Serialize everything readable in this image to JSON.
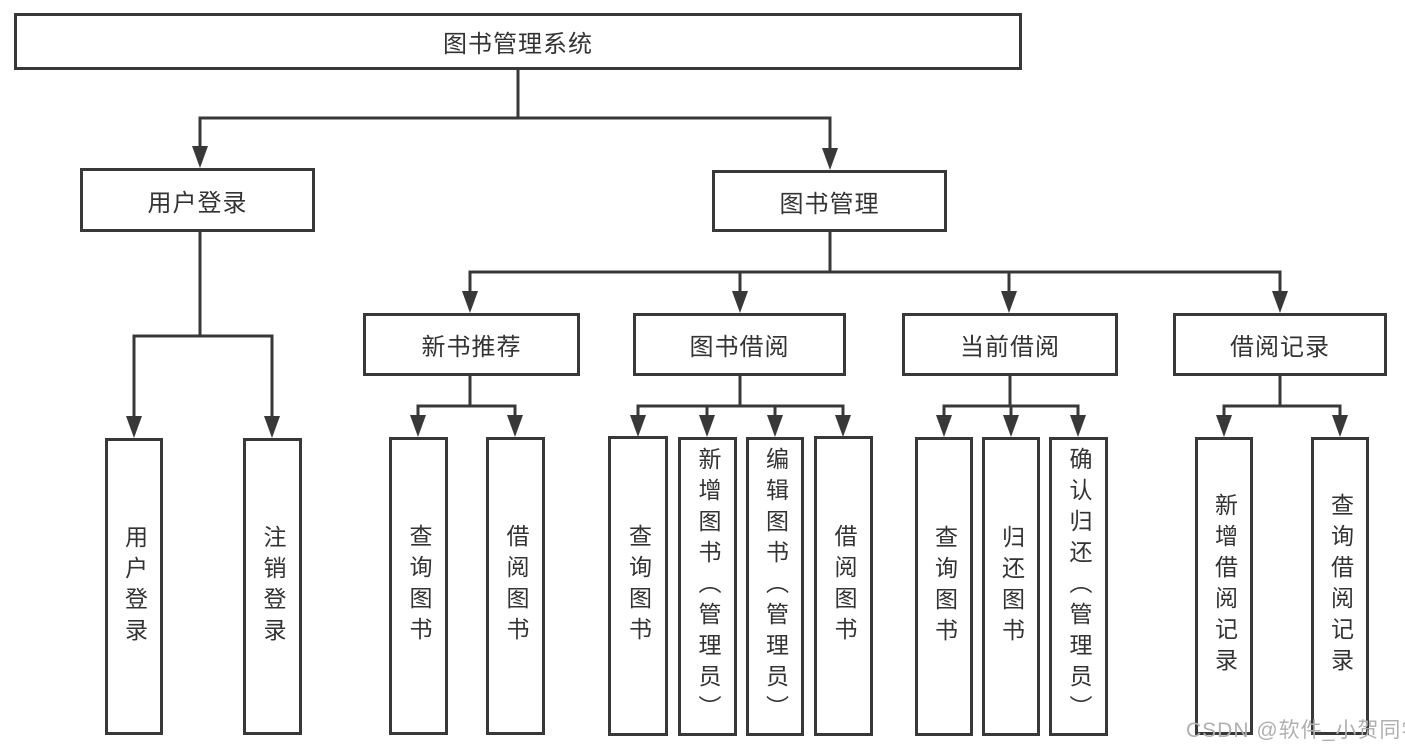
{
  "tree": {
    "label": "图书管理系统",
    "children": [
      {
        "label": "用户登录",
        "children": [
          {
            "label": "用户登录"
          },
          {
            "label": "注销登录"
          }
        ]
      },
      {
        "label": "图书管理",
        "children": [
          {
            "label": "新书推荐",
            "children": [
              {
                "label": "查询图书"
              },
              {
                "label": "借阅图书"
              }
            ]
          },
          {
            "label": "图书借阅",
            "children": [
              {
                "label": "查询图书"
              },
              {
                "label": "新增图书（管理员）"
              },
              {
                "label": "编辑图书（管理员）"
              },
              {
                "label": "借阅图书"
              }
            ]
          },
          {
            "label": "当前借阅",
            "children": [
              {
                "label": "查询图书"
              },
              {
                "label": "归还图书"
              },
              {
                "label": "确认归还（管理员）"
              }
            ]
          },
          {
            "label": "借阅记录",
            "children": [
              {
                "label": "新增借阅记录"
              },
              {
                "label": "查询借阅记录"
              }
            ]
          }
        ]
      }
    ]
  },
  "watermark": "CSDN @软件_小贺同学",
  "colors": {
    "line": "#383838",
    "box_border": "#383838",
    "text": "#333333",
    "watermark": "#b0b0b0",
    "background": "#ffffff"
  }
}
